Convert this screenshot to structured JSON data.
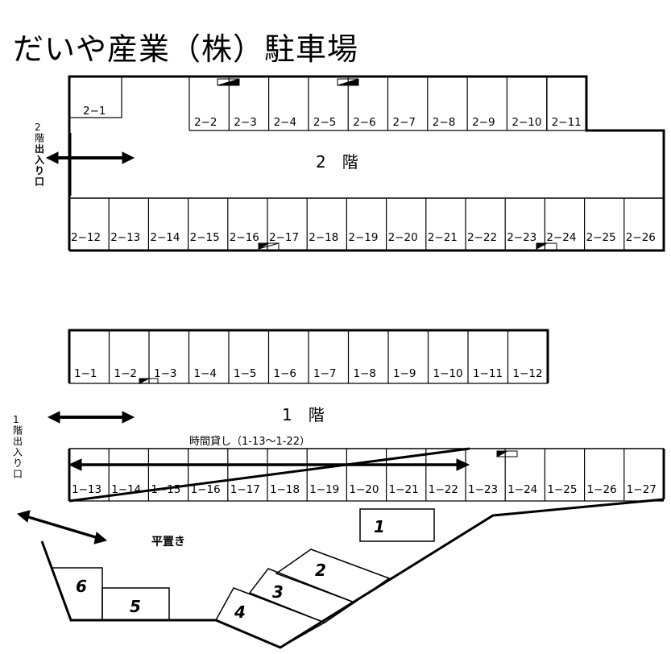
{
  "title": "だいや産業（株）駐車場",
  "floor2": {
    "label": "2　階",
    "entrance": [
      "2",
      "階",
      "出",
      "入",
      "り",
      "口"
    ],
    "top_slots": [
      "2−1",
      "2−2",
      "2−3",
      "2−4",
      "2−5",
      "2−6",
      "2−7",
      "2−8",
      "2−9",
      "2−10",
      "2−11"
    ],
    "bottom_slots": [
      "2−12",
      "2−13",
      "2−14",
      "2−15",
      "2−16",
      "2−17",
      "2−18",
      "2−19",
      "2−20",
      "2−21",
      "2−22",
      "2−23",
      "2−24",
      "2−25",
      "2−26"
    ]
  },
  "floor1": {
    "label": "1　階",
    "entrance": [
      "1",
      "階",
      "出",
      "入",
      "り",
      "口"
    ],
    "top_slots": [
      "1−1",
      "1−2",
      "1−3",
      "1−4",
      "1−5",
      "1−6",
      "1−7",
      "1−8",
      "1−9",
      "1−10",
      "1−11",
      "1−12"
    ],
    "bottom_slots": [
      "1−13",
      "1−14",
      "1−15",
      "1−16",
      "1−17",
      "1−18",
      "1−19",
      "1−20",
      "1−21",
      "1−22",
      "1−23",
      "1−24",
      "1−25",
      "1−26",
      "1−27"
    ],
    "hourly_note": "時間貸し（1-13〜1-22）"
  },
  "flat": {
    "label": "平置き",
    "spaces": [
      "1",
      "2",
      "3",
      "4",
      "5",
      "6"
    ]
  }
}
